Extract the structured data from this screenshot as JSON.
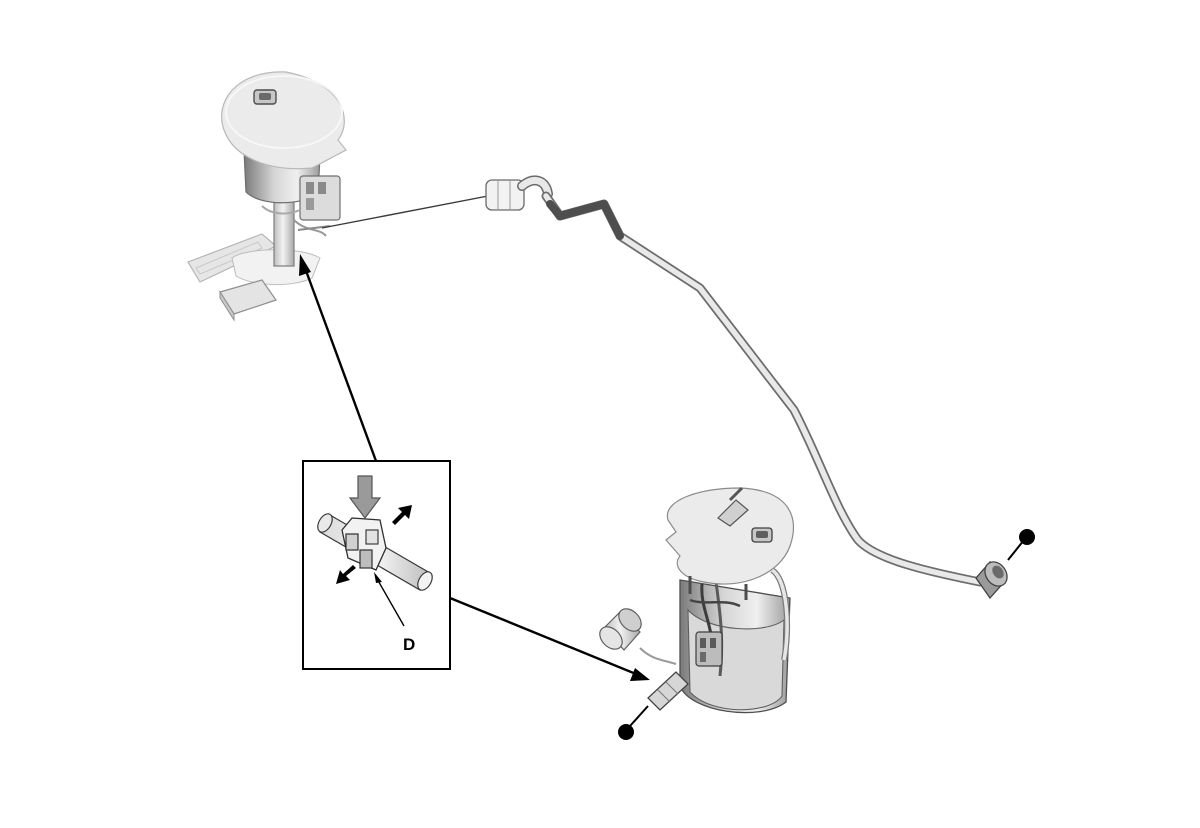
{
  "diagram": {
    "callout_label": "D",
    "colors": {
      "line": "#000000",
      "part_fill": "#efefef",
      "part_shade": "#cfcfcf",
      "part_dark": "#4a4a4a",
      "tube_dark": "#555555",
      "marker": "#000000"
    },
    "parts": [
      "upper-fuel-pump-unit",
      "fuel-line-tube",
      "lower-fuel-pump-unit",
      "fuel-filter",
      "quick-connector-detail"
    ]
  }
}
